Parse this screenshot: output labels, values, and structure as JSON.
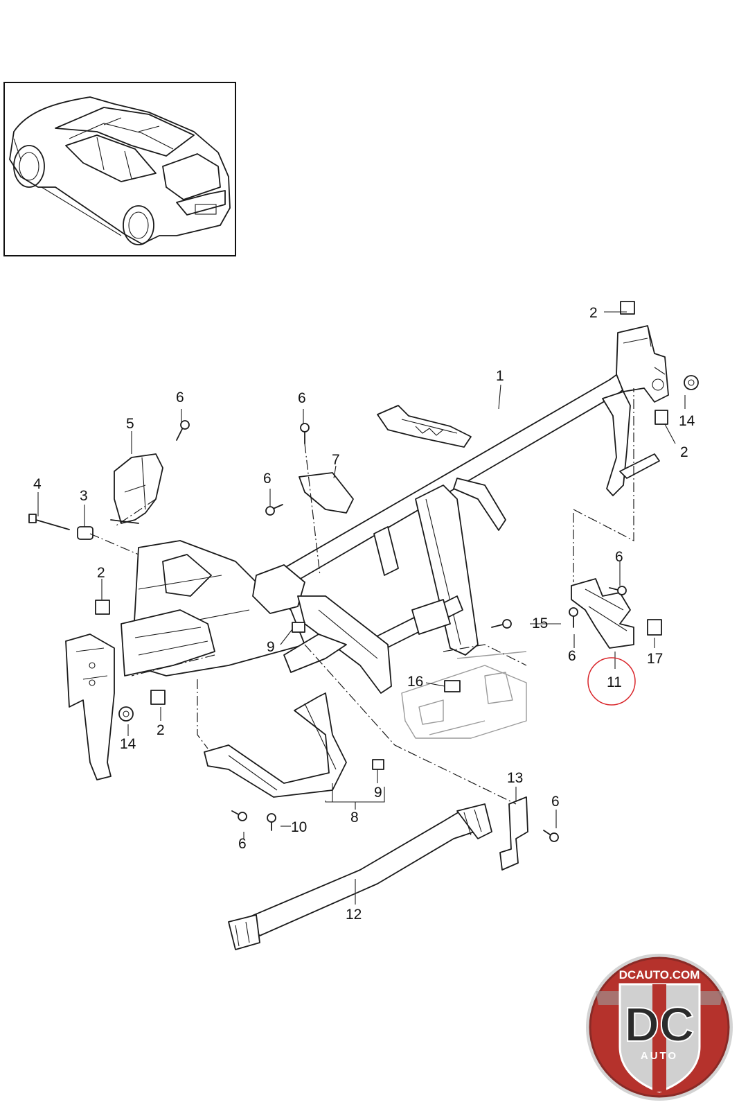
{
  "labels": {
    "l1": "1",
    "l2a": "2",
    "l2b": "2",
    "l2c": "2",
    "l2d": "2",
    "l3": "3",
    "l4": "4",
    "l5": "5",
    "l6a": "6",
    "l6b": "6",
    "l6c": "6",
    "l6d": "6",
    "l6e": "6",
    "l6f": "6",
    "l6g": "6",
    "l7": "7",
    "l8": "8",
    "l9a": "9",
    "l9b": "9",
    "l10": "10",
    "l11": "11",
    "l12": "12",
    "l13": "13",
    "l14a": "14",
    "l14b": "14",
    "l15": "15",
    "l16": "16",
    "l17": "17"
  },
  "highlight": {
    "part": "11",
    "color": "#d9262b"
  },
  "watermark": {
    "top_text": "DCAUTO.COM",
    "letters": "DC",
    "bottom_text": "AUTO"
  },
  "colors": {
    "logo_red": "#b5322c",
    "logo_ring": "#c9c9c9",
    "logo_letters": "#2b2b2b"
  },
  "icons": [
    "vehicle-thumbnail-icon",
    "watermark-logo-icon"
  ]
}
